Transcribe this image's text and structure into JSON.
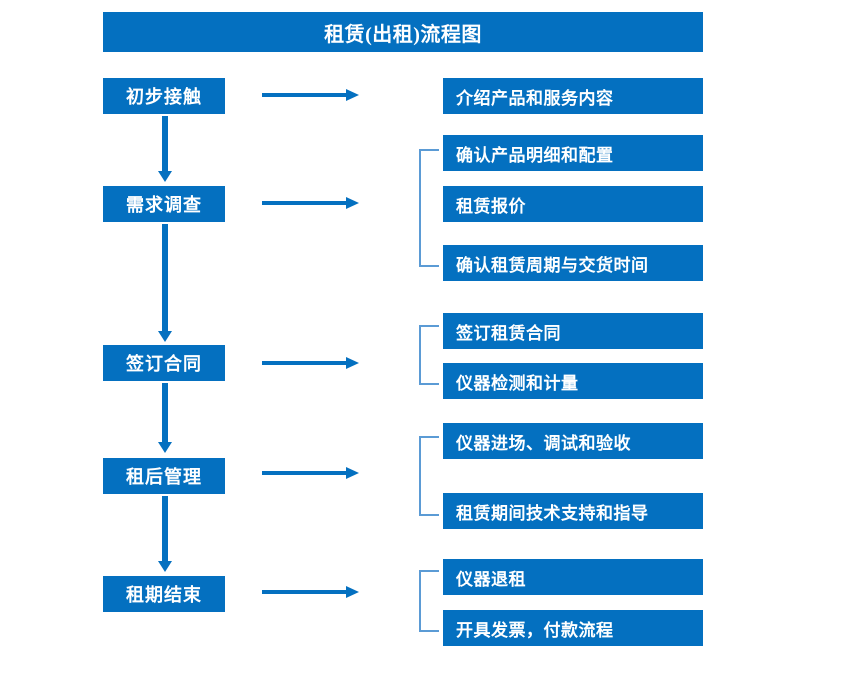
{
  "title": "租赁(出租)流程图",
  "colors": {
    "primary_blue": "#0470c0",
    "bracket_blue": "#5b9bd5",
    "box_text": "#ffffff",
    "background": "#ffffff"
  },
  "stages": [
    {
      "id": "stage-1",
      "label": "初步接触"
    },
    {
      "id": "stage-2",
      "label": "需求调查"
    },
    {
      "id": "stage-3",
      "label": "签订合同"
    },
    {
      "id": "stage-4",
      "label": "租后管理"
    },
    {
      "id": "stage-5",
      "label": "租期结束"
    }
  ],
  "details": [
    {
      "id": "detail-1",
      "label": "介绍产品和服务内容"
    },
    {
      "id": "detail-2",
      "label": "确认产品明细和配置"
    },
    {
      "id": "detail-3",
      "label": "租赁报价"
    },
    {
      "id": "detail-4",
      "label": "确认租赁周期与交货时间"
    },
    {
      "id": "detail-5",
      "label": "签订租赁合同"
    },
    {
      "id": "detail-6",
      "label": "仪器检测和计量"
    },
    {
      "id": "detail-7",
      "label": "仪器进场、调试和验收"
    },
    {
      "id": "detail-8",
      "label": "租赁期间技术支持和指导"
    },
    {
      "id": "detail-9",
      "label": "仪器退租"
    },
    {
      "id": "detail-10",
      "label": "开具发票，付款流程"
    }
  ]
}
